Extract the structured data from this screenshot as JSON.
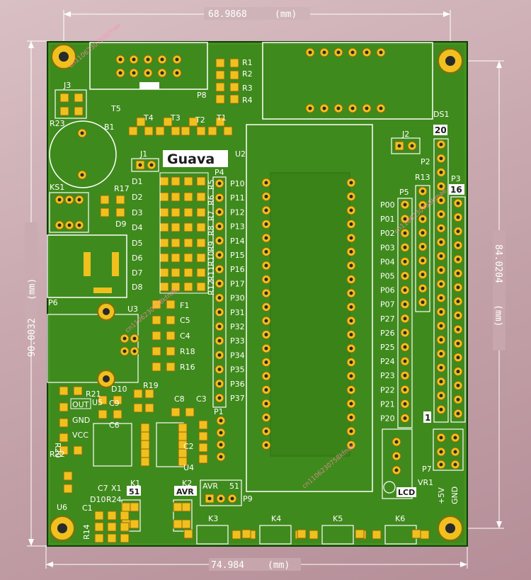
{
  "dimensions": {
    "top": {
      "value": "68.9868",
      "unit": "(mm)"
    },
    "bottom": {
      "value": "74.984",
      "unit": "(mm)"
    },
    "left": {
      "value": "90.0032",
      "unit": "(mm)"
    },
    "right": {
      "value": "84.0204",
      "unit": "(mm)"
    }
  },
  "board": {
    "title": "Guava",
    "colors": {
      "board": "#3f8a1c",
      "copper": "#b58c10",
      "pad": "#f0c01e",
      "silk": "#ffffff",
      "outline": "#0f3f0a"
    }
  },
  "labels": {
    "J3": "J3",
    "R23": "R23",
    "T5": "T5",
    "B1": "B1",
    "P8": "P8",
    "R1": "R1",
    "R2": "R2",
    "R3": "R3",
    "R4": "R4",
    "T4": "T4",
    "T3": "T3",
    "T2": "T2",
    "T1": "T1",
    "J1": "J1",
    "U2": "U2",
    "DS1": "DS1",
    "J2": "J2",
    "n20": "20",
    "P2": "P2",
    "R13": "R13",
    "P3": "P3",
    "n16": "16",
    "KS1": "KS1",
    "R17": "R17",
    "D9": "D9",
    "P4": "P4",
    "P5": "P5",
    "D": [
      "D1",
      "D2",
      "D3",
      "D4",
      "D5",
      "D6",
      "D7",
      "D8"
    ],
    "R_right": [
      "R5",
      "R6",
      "R7",
      "R8",
      "R9",
      "R10",
      "R11",
      "R12"
    ],
    "p_left": [
      "P10",
      "P11",
      "P12",
      "P13",
      "P14",
      "P15",
      "P16",
      "P17",
      "P30",
      "P31",
      "P32",
      "P33",
      "P34",
      "P35",
      "P36",
      "P37"
    ],
    "p_right": [
      "P00",
      "P01",
      "P02",
      "P03",
      "P04",
      "P05",
      "P06",
      "P07",
      "P27",
      "P26",
      "P25",
      "P24",
      "P23",
      "P22",
      "P21",
      "P20"
    ],
    "P6": "P6",
    "U3": "U3",
    "F1": "F1",
    "C5": "C5",
    "C4": "C4",
    "R18": "R18",
    "R16": "R16",
    "R21": "R21",
    "D10": "D10",
    "R19": "R19",
    "OUT": "OUT",
    "GND": "GND",
    "VCC": "VCC",
    "U5": "U5",
    "C9": "C9",
    "C8": "C8",
    "C3": "C3",
    "P1": "P1",
    "C6": "C6",
    "R22": "R22",
    "C2": "C2",
    "U4": "U4",
    "n1": "1",
    "P7": "P7",
    "VR1": "VR1",
    "LCD": "LCD",
    "plus5v": "+5V",
    "gndv": "GND",
    "R20": "R20",
    "C7": "C7",
    "X1": "X1",
    "K1": "K1",
    "K2": "K2",
    "n51": "51",
    "AVR": "AVR",
    "avr_box": "AVR",
    "n51b": "51",
    "P9": "P9",
    "U6": "U6",
    "C1": "C1",
    "D10b": "D10",
    "R24": "R24",
    "R14": "R14",
    "K3": "K3",
    "K4": "K4",
    "K5": "K5",
    "K6": "K6",
    "P8b": "P8"
  },
  "watermark": "cn1106230758kfnae"
}
